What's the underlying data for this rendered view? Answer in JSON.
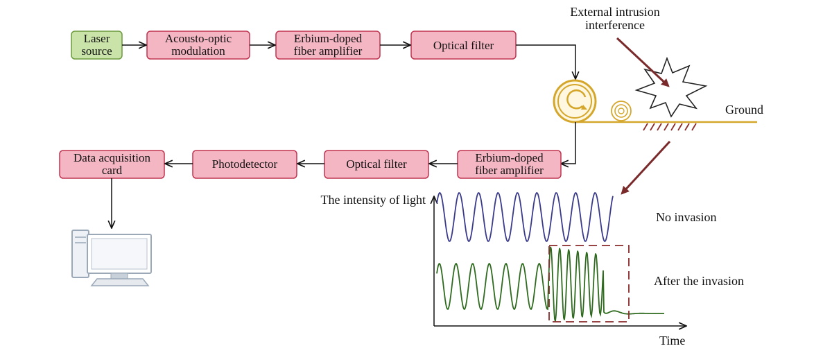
{
  "colors": {
    "source_box_fill": "#c9e3a9",
    "source_box_stroke": "#6a9a3c",
    "component_box_fill": "#f4b6c3",
    "component_box_stroke": "#c0334f",
    "fiber": "#d4a72c",
    "intrusion_arrow": "#7a2a2a",
    "no_invasion_wave": "#3a3a8c",
    "after_invasion_wave": "#2e6b1e",
    "highlight_box": "#8b2a2a",
    "ground_hatch": "#8b2a2a",
    "computer": "#9aa8b8"
  },
  "upper_chain": {
    "laser_source": [
      "Laser",
      "source"
    ],
    "modulator": [
      "Acousto-optic",
      "modulation"
    ],
    "amplifier": [
      "Erbium-doped",
      "fiber amplifier"
    ],
    "filter": [
      "Optical filter"
    ]
  },
  "lower_chain": {
    "amplifier": [
      "Erbium-doped",
      "fiber amplifier"
    ],
    "filter": [
      "Optical filter"
    ],
    "photodetector": [
      "Photodetector"
    ],
    "daq": [
      "Data acquisition",
      "card"
    ]
  },
  "scene": {
    "intrusion_label": [
      "External intrusion",
      "interference"
    ],
    "ground_label": "Ground"
  },
  "signal_chart": {
    "y_axis_label": "The intensity of light",
    "x_axis_label": "Time",
    "no_invasion_label": "No invasion",
    "after_invasion_label": "After the invasion"
  },
  "icons": [
    "fiber-coil-icon",
    "sensing-coil-icon",
    "burst-icon",
    "computer-icon"
  ]
}
